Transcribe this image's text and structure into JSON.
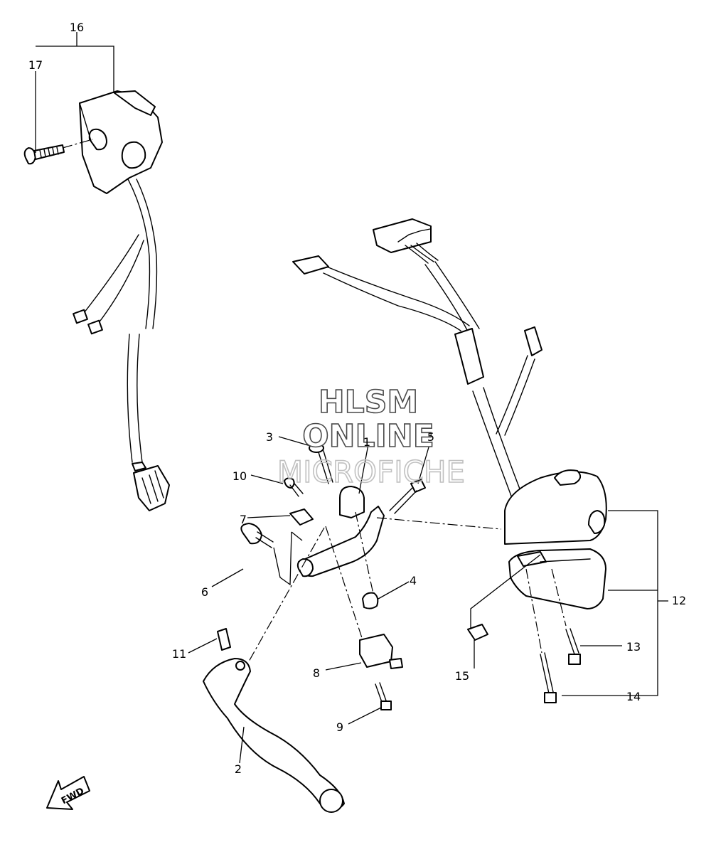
{
  "callouts": {
    "n1": "1",
    "n2": "2",
    "n3": "3",
    "n4": "4",
    "n5": "5",
    "n6": "6",
    "n7": "7",
    "n8": "8",
    "n9": "9",
    "n10": "10",
    "n11": "11",
    "n12": "12",
    "n13": "13",
    "n14": "14",
    "n15": "15",
    "n16": "16",
    "n17": "17"
  },
  "watermark": {
    "line1": "HLSM",
    "line2": "ONLINE",
    "line3": "MICROFICHE"
  },
  "direction_label": "FWD"
}
